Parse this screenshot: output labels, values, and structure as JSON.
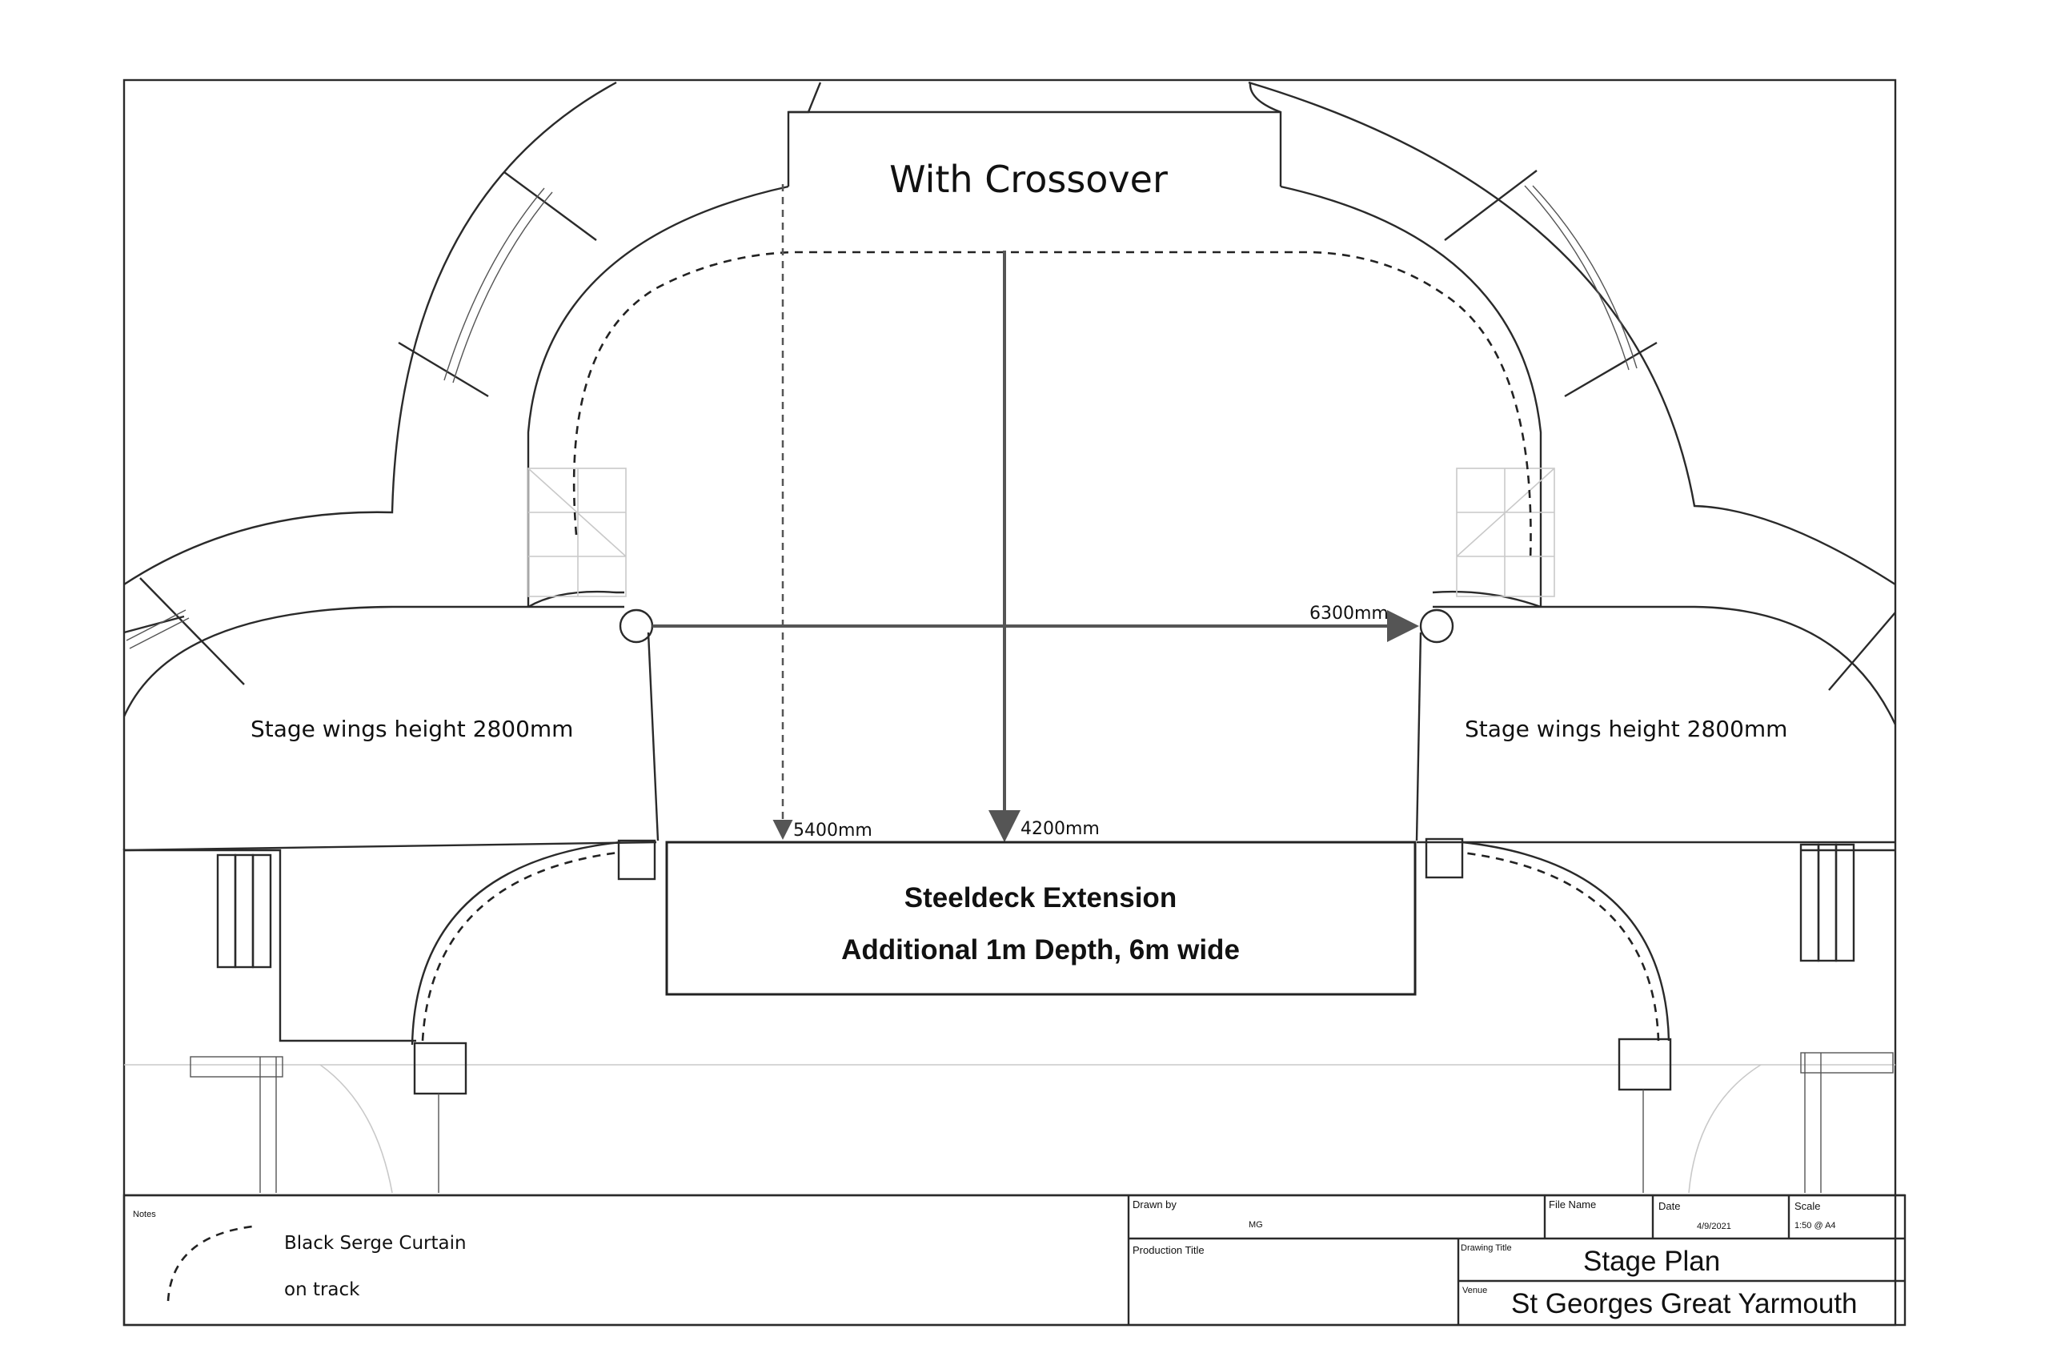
{
  "drawing": {
    "heading": "With Crossover",
    "wing_label_left": "Stage wings height 2800mm",
    "wing_label_right": "Stage wings height 2800mm",
    "dimensions": {
      "width": "6300mm",
      "depth_dashed": "5400mm",
      "depth_solid": "4200mm"
    },
    "steeldeck": {
      "title": "Steeldeck Extension",
      "subtitle": "Additional 1m Depth, 6m wide"
    }
  },
  "title_block": {
    "notes_label": "Notes",
    "legend_line1": "Black Serge Curtain",
    "legend_line2": "on track",
    "drawn_by_label": "Drawn by",
    "drawn_by_value": "MG",
    "production_title_label": "Production Title",
    "production_title_value": "",
    "file_name_label": "File Name",
    "file_name_value": "",
    "date_label": "Date",
    "date_value": "4/9/2021",
    "scale_label": "Scale",
    "scale_value": "1:50 @ A4",
    "drawing_title_label": "Drawing Title",
    "drawing_title_value": "Stage Plan",
    "venue_label": "Venue",
    "venue_value": "St Georges Great Yarmouth"
  },
  "colors": {
    "line": "#2a2a2a",
    "faint_line": "#c9c9c9",
    "dimension_arrow": "#555555"
  }
}
